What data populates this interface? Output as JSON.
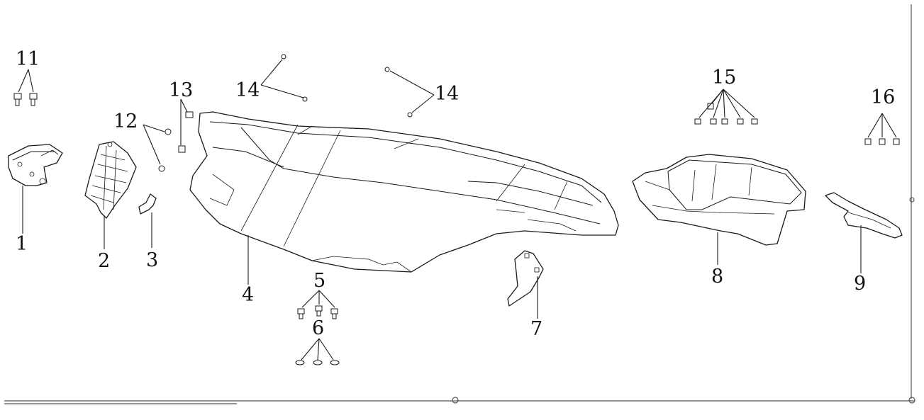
{
  "callouts": {
    "c1": "1",
    "c2": "2",
    "c3": "3",
    "c4": "4",
    "c5": "5",
    "c6": "6",
    "c7": "7",
    "c8": "8",
    "c9": "9",
    "c11": "11",
    "c12": "12",
    "c13": "13",
    "c14a": "14",
    "c14b": "14",
    "c15": "15",
    "c16": "16"
  },
  "colors": {
    "line": "#1a1a1a",
    "background": "#ffffff",
    "frame": "#555555"
  }
}
